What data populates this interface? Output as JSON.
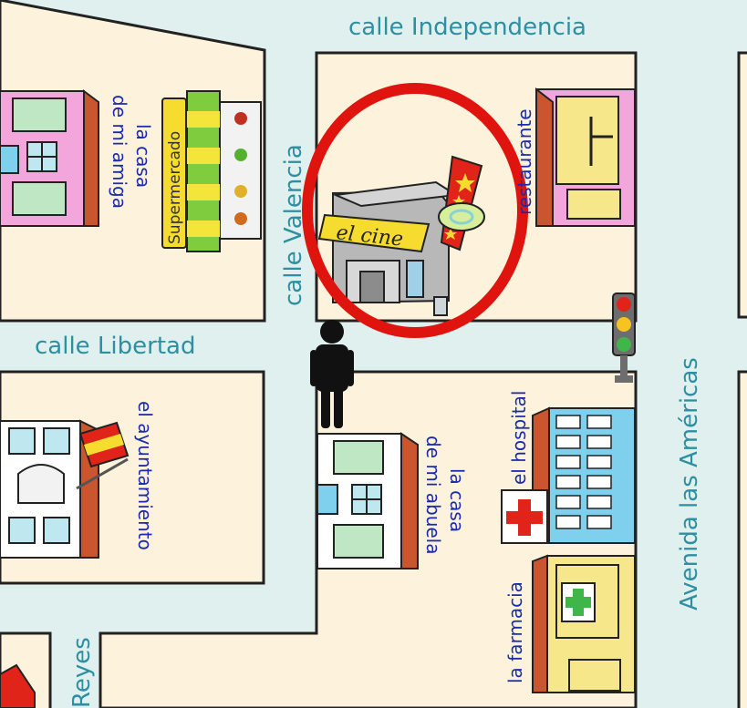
{
  "streets": {
    "independencia": "calle Independencia",
    "valencia": "calle Valencia",
    "libertad": "calle Libertad",
    "americas": "Avenida las Américas",
    "reyes": "Reyes"
  },
  "buildings": {
    "cine": "el cine",
    "restaurante": "restaurante",
    "supermercado": "Supermercado",
    "casa_amiga_line1": "la casa",
    "casa_amiga_line2": "de mi amiga",
    "ayuntamiento": "el ayuntamiento",
    "casa_abuela_line1": "la casa",
    "casa_abuela_line2": "de mi abuela",
    "hospital": "el hospital",
    "farmacia": "la farmacia"
  },
  "highlight": {
    "target": "el cine",
    "color": "#e0140f"
  },
  "colors": {
    "block_fill": "#fdf3dc",
    "block_border": "#222222",
    "road": "#dff0ee",
    "street_label": "#2e8fa3",
    "building_label": "#1a2bb0"
  },
  "icons": [
    "traffic-light-icon",
    "person-icon",
    "spain-flag-icon",
    "red-cross-icon",
    "green-cross-icon",
    "star-icon"
  ]
}
